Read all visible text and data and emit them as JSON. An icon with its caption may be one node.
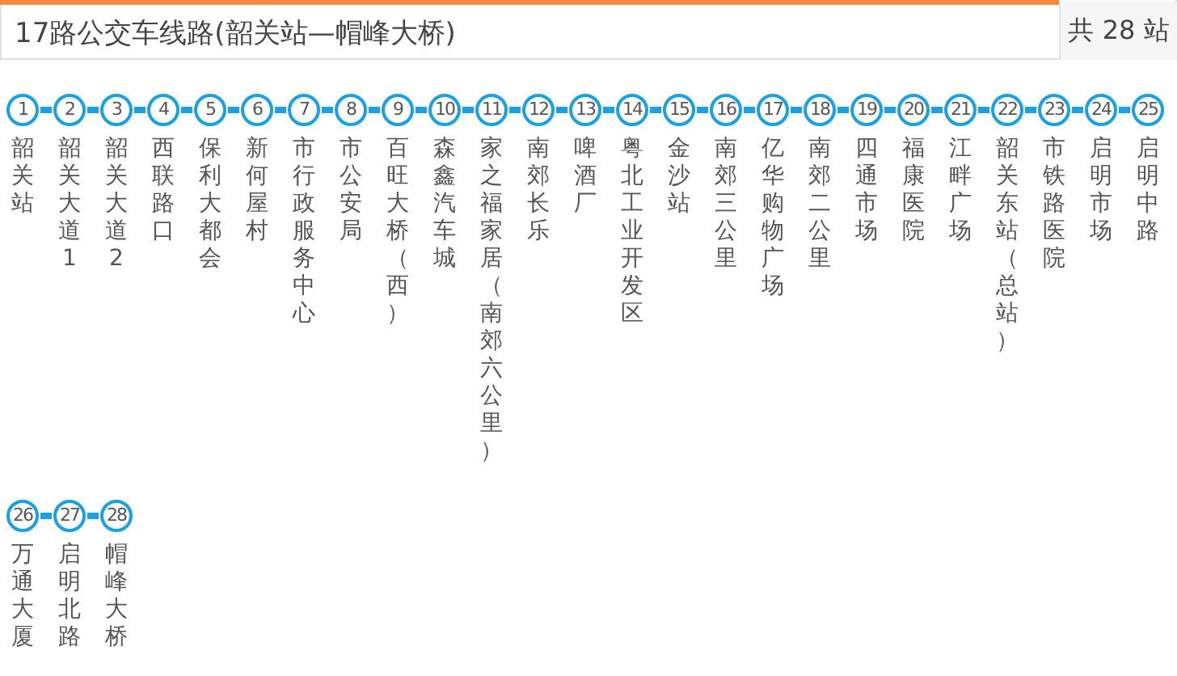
{
  "diagram": {
    "title": "17路公交车线路(韶关站—帽峰大桥)",
    "nodes": [
      {
        "text": [
          "1"
        ],
        "beside": [
          "韶关站"
        ]
      },
      {
        "text": [
          "2"
        ],
        "beside": [
          "韶关大道1"
        ]
      },
      {
        "text": [
          "3"
        ],
        "beside": [
          "韶关大道2"
        ]
      },
      {
        "text": [
          "4"
        ],
        "beside": [
          "西联路口"
        ]
      },
      {
        "text": [
          "5"
        ],
        "beside": [
          "保利大都会"
        ]
      },
      {
        "text": [
          "6"
        ],
        "beside": [
          "新何屋村"
        ]
      },
      {
        "text": [
          "7"
        ],
        "beside": [
          "市行政服务中心"
        ]
      },
      {
        "text": [
          "8"
        ],
        "beside": [
          "市公安局"
        ]
      },
      {
        "text": [
          "9"
        ],
        "beside": [
          "百旺大桥（西）"
        ]
      },
      {
        "text": [
          "10"
        ],
        "beside": [
          "森鑫汽车城"
        ]
      },
      {
        "text": [
          "11"
        ],
        "beside": [
          "家之福家居（南郊六公里）"
        ]
      },
      {
        "text": [
          "12"
        ],
        "beside": [
          "南郊长乐"
        ]
      },
      {
        "text": [
          "13"
        ],
        "beside": [
          "啤酒厂"
        ]
      },
      {
        "text": [
          "14"
        ],
        "beside": [
          "粤北工业开发区"
        ]
      },
      {
        "text": [
          "15"
        ],
        "beside": [
          "金沙站"
        ]
      },
      {
        "text": [
          "16"
        ],
        "beside": [
          "南郊三公里"
        ]
      },
      {
        "text": [
          "17"
        ],
        "beside": [
          "亿华购物广场"
        ]
      },
      {
        "text": [
          "18"
        ],
        "beside": [
          "南郊二公里"
        ]
      },
      {
        "text": [
          "19"
        ],
        "beside": [
          "四通市场"
        ]
      },
      {
        "text": [
          "20"
        ],
        "beside": [
          "福康医院"
        ]
      },
      {
        "text": [
          "21"
        ],
        "beside": [
          "江畔广场"
        ]
      },
      {
        "text": [
          "22"
        ],
        "beside": [
          "韶关东站（总站）"
        ]
      },
      {
        "text": [
          "23"
        ],
        "beside": [
          "市铁路医院"
        ]
      },
      {
        "text": [
          "24"
        ],
        "beside": [
          "启明市场"
        ]
      },
      {
        "text": [
          "25"
        ],
        "beside": [
          "启明中路"
        ]
      },
      {
        "text": [
          "26"
        ],
        "beside": [
          "万通大厦"
        ]
      },
      {
        "text": [
          "27"
        ],
        "beside": [
          "启明北路"
        ]
      },
      {
        "text": [
          "28"
        ],
        "beside": [
          "帽峰大桥"
        ]
      }
    ],
    "edges": [
      {
        "from": 0,
        "to": 1,
        "arrow": "none"
      },
      {
        "from": 1,
        "to": 2,
        "arrow": "none"
      },
      {
        "from": 2,
        "to": 3,
        "arrow": "none"
      },
      {
        "from": 3,
        "to": 4,
        "arrow": "none"
      },
      {
        "from": 4,
        "to": 5,
        "arrow": "none"
      },
      {
        "from": 5,
        "to": 6,
        "arrow": "none"
      },
      {
        "from": 6,
        "to": 7,
        "arrow": "none"
      },
      {
        "from": 7,
        "to": 8,
        "arrow": "none"
      },
      {
        "from": 8,
        "to": 9,
        "arrow": "none"
      },
      {
        "from": 9,
        "to": 10,
        "arrow": "none"
      },
      {
        "from": 10,
        "to": 11,
        "arrow": "none"
      },
      {
        "from": 11,
        "to": 12,
        "arrow": "none"
      },
      {
        "from": 12,
        "to": 13,
        "arrow": "none"
      },
      {
        "from": 13,
        "to": 14,
        "arrow": "none"
      },
      {
        "from": 14,
        "to": 15,
        "arrow": "none"
      },
      {
        "from": 15,
        "to": 16,
        "arrow": "none"
      },
      {
        "from": 16,
        "to": 17,
        "arrow": "none"
      },
      {
        "from": 17,
        "to": 18,
        "arrow": "none"
      },
      {
        "from": 18,
        "to": 19,
        "arrow": "none"
      },
      {
        "from": 19,
        "to": 20,
        "arrow": "none"
      },
      {
        "from": 20,
        "to": 21,
        "arrow": "none"
      },
      {
        "from": 21,
        "to": 22,
        "arrow": "none"
      },
      {
        "from": 22,
        "to": 23,
        "arrow": "none"
      },
      {
        "from": 23,
        "to": 24,
        "arrow": "none"
      },
      {
        "from": 25,
        "to": 26,
        "arrow": "none"
      },
      {
        "from": 26,
        "to": 27,
        "arrow": "none"
      }
    ],
    "labels": [
      "共 28 站"
    ]
  }
}
